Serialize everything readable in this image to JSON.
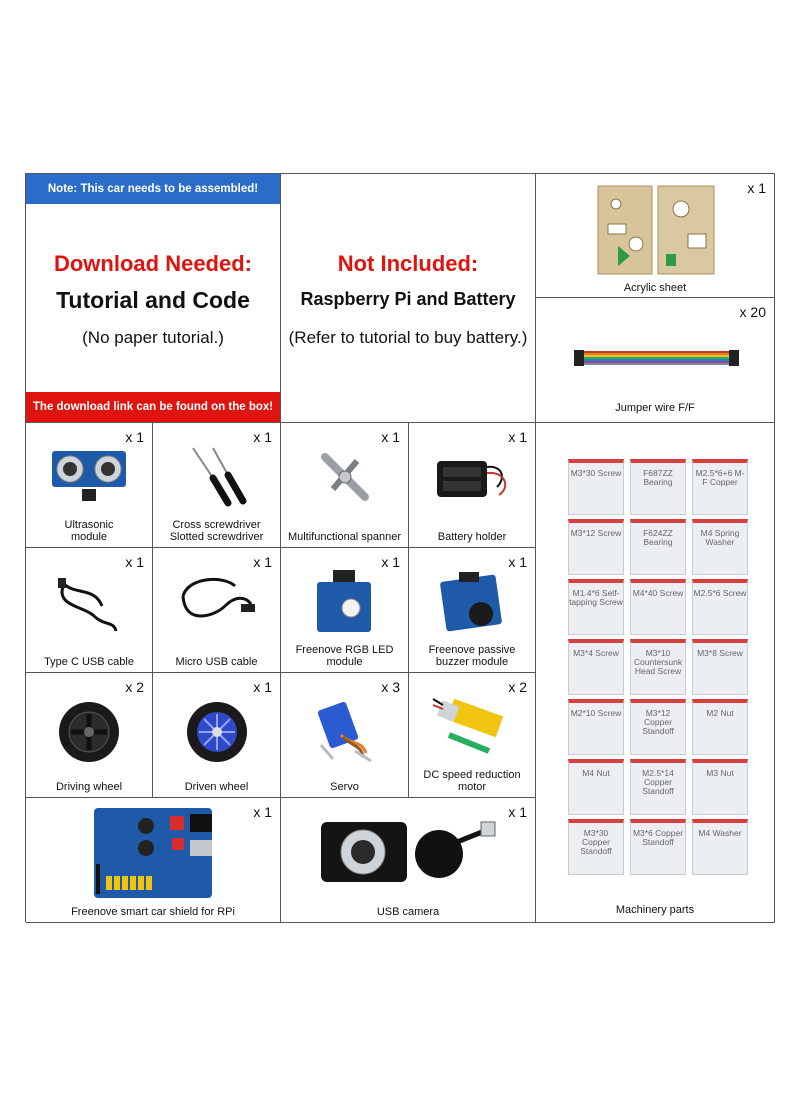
{
  "header": {
    "note": "Note: This car needs to be assembled!",
    "download_title": "Download Needed:",
    "download_subtitle": "Tutorial and Code",
    "download_note": "(No paper tutorial.)",
    "download_link_note": "The download link can be found on the box!",
    "not_included_title": "Not Included:",
    "not_included_subtitle": "Raspberry Pi and Battery",
    "not_included_note": "(Refer to tutorial to buy battery.)"
  },
  "items": {
    "acrylic": {
      "qty": "x 1",
      "name": "Acrylic sheet"
    },
    "jumper": {
      "qty": "x 20",
      "name": "Jumper wire F/F"
    },
    "ultrasonic": {
      "qty": "x 1",
      "name1": "Ultrasonic",
      "name2": "module"
    },
    "screwdriver": {
      "qty": "x 1",
      "name1": "Cross screwdriver",
      "name2": "Slotted screwdriver"
    },
    "spanner": {
      "qty": "x 1",
      "name": "Multifunctional spanner"
    },
    "battery_holder": {
      "qty": "x 1",
      "name": "Battery holder"
    },
    "typec": {
      "qty": "x 1",
      "name": "Type C USB cable"
    },
    "microusb": {
      "qty": "x 1",
      "name": "Micro USB cable"
    },
    "rgb_led": {
      "qty": "x 1",
      "name1": "Freenove RGB LED",
      "name2": "module"
    },
    "buzzer": {
      "qty": "x 1",
      "name1": "Freenove passive",
      "name2": "buzzer module"
    },
    "driving_wheel": {
      "qty": "x 2",
      "name": "Driving wheel"
    },
    "driven_wheel": {
      "qty": "x 1",
      "name": "Driven wheel"
    },
    "servo": {
      "qty": "x 3",
      "name": "Servo"
    },
    "motor": {
      "qty": "x 2",
      "name1": "DC speed reduction",
      "name2": "motor"
    },
    "shield": {
      "qty": "x 1",
      "name": "Freenove smart car shield for RPi"
    },
    "camera": {
      "qty": "x 1",
      "name": "USB camera"
    },
    "machinery": {
      "name": "Machinery parts"
    }
  },
  "machinery_bags": [
    [
      "M3*30 Screw",
      "F687ZZ Bearing",
      "M2.5*6+6 M-F Copper"
    ],
    [
      "M3*12 Screw",
      "F624ZZ Bearing",
      "M4 Spring Washer"
    ],
    [
      "M1.4*6 Self-tapping Screw",
      "M4*40 Screw",
      "M2.5*6 Screw"
    ],
    [
      "M3*4 Screw",
      "M3*10 Countersunk Head Screw",
      "M3*8 Screw"
    ],
    [
      "M2*10 Screw",
      "M3*12 Copper Standoff",
      "M2 Nut"
    ],
    [
      "M4 Nut",
      "M2.5*14 Copper Standoff",
      "M3 Nut"
    ],
    [
      "M3*30 Copper Standoff",
      "M3*6 Copper Standoff",
      "M4 Washer"
    ]
  ],
  "colors": {
    "note_blue": "#2a6cc8",
    "note_red": "#e0140f",
    "pcb_blue": "#1e5aa8"
  }
}
